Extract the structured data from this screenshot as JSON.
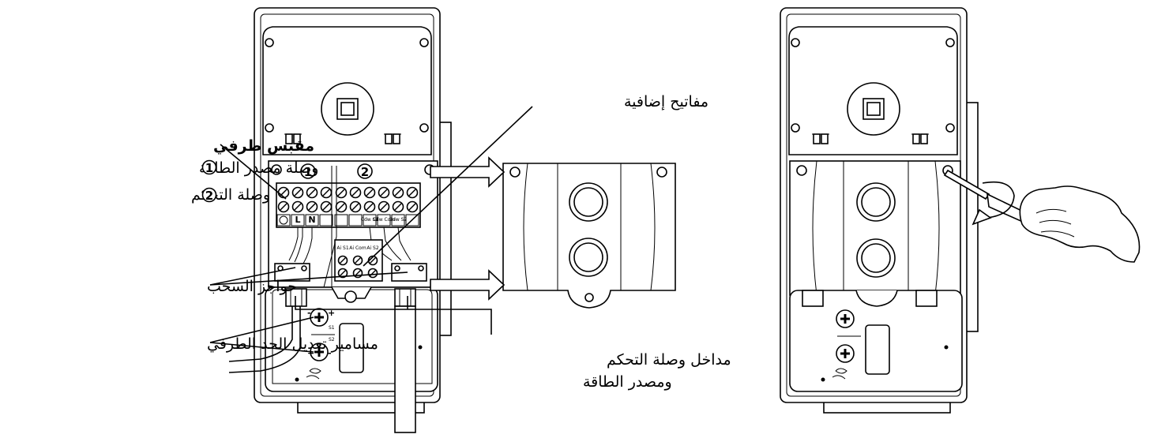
{
  "labels": {
    "terminal_block_title": "مقبس طرفي",
    "power_connection": "وصلة مصدر الطاقة",
    "control_connection": "وصلة التحكم",
    "num1": "1",
    "num2": "2",
    "aux_switches": "مفاتيح إضافية",
    "strain_relief": "حواجز السحب",
    "limit_screws": "مسامير تعديل الحد الطرفي",
    "entries_line1": "مداخل وصلة التحكم",
    "entries_line2": "ومصدر الطاقة"
  },
  "terminals": {
    "L": "L",
    "N": "N",
    "cw_s1": "Cdw S1",
    "com": "Cdw Com",
    "cw_s2": "Cdw S2",
    "ai_s1": "Ai S1",
    "ai_com": "Ai Com",
    "ai_s2": "Ai S2",
    "s1": "S1",
    "s2": "S2",
    "plus": "+",
    "minus": "-"
  }
}
